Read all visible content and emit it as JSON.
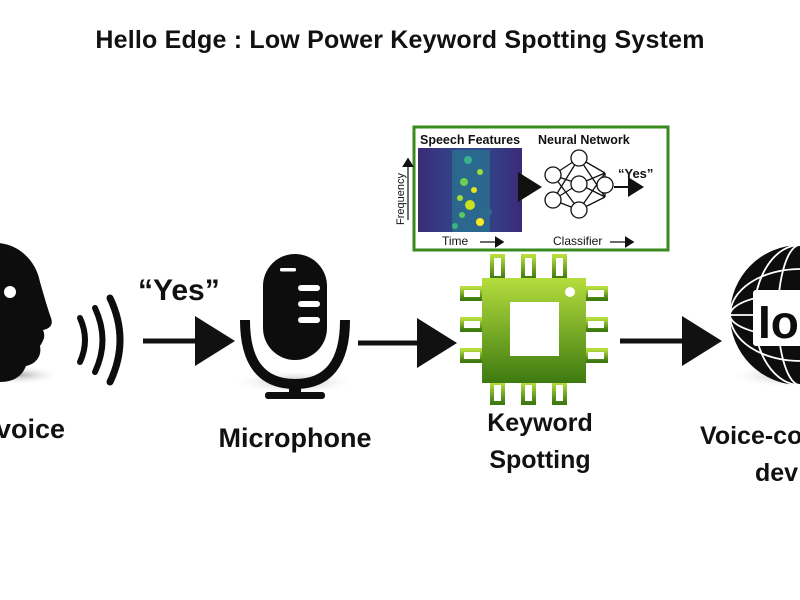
{
  "title": "Hello Edge : Low Power Keyword Spotting System",
  "spoken_word": "“Yes”",
  "captions": {
    "voice": "voice",
    "microphone": "Microphone",
    "kws_line1": "Keyword",
    "kws_line2": "Spotting",
    "device_line1": "Voice-co",
    "device_line2": "dev"
  },
  "inset": {
    "speech_features": "Speech Features",
    "neural_network": "Neural Network",
    "frequency": "Frequency",
    "time": "Time",
    "classifier": "Classifier",
    "output": "“Yes”"
  },
  "device_logo": "Io",
  "colors": {
    "chip_light": "#b5dd3d",
    "chip_dark": "#3d7a10",
    "inset_border": "#3a8a1e",
    "arrow": "#111111"
  }
}
